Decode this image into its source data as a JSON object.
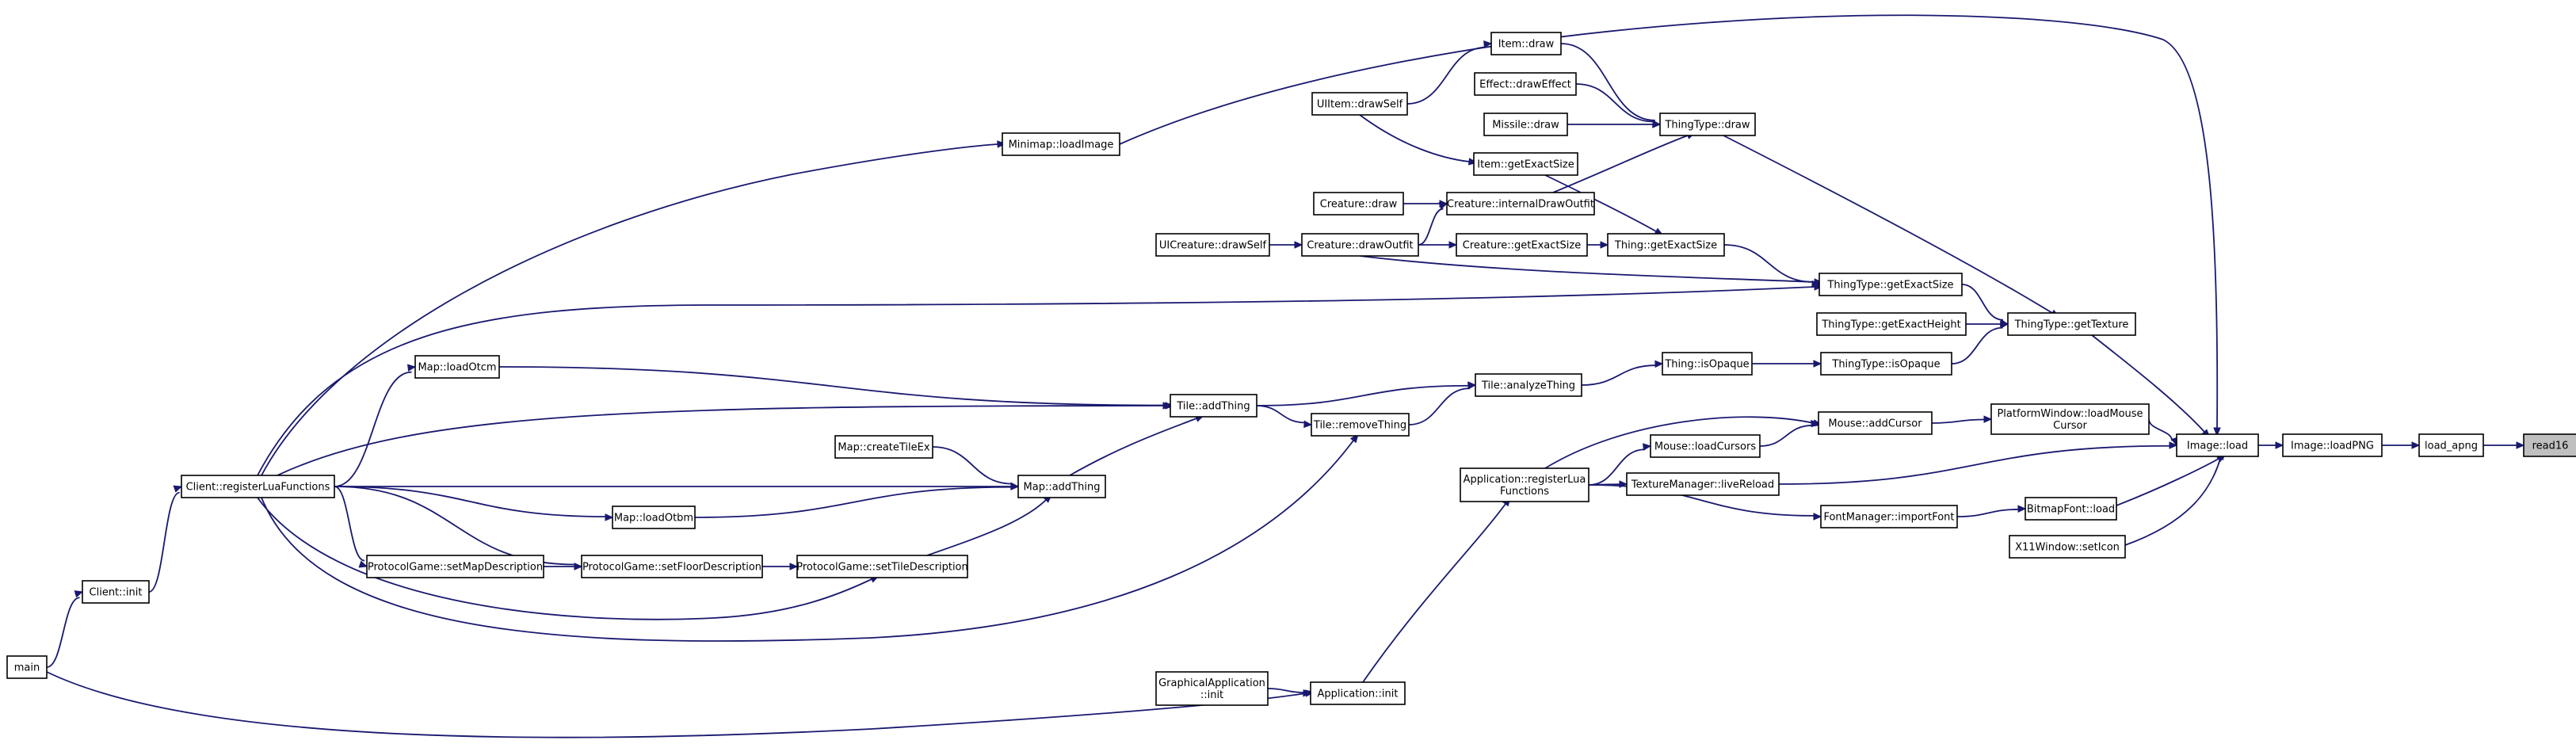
{
  "graph": {
    "title": "",
    "nodes": [
      {
        "id": "read16",
        "label": [
          "read16"
        ],
        "selected": true
      },
      {
        "id": "load_apng",
        "label": [
          "load_apng"
        ]
      },
      {
        "id": "image_loadpng",
        "label": [
          "Image::loadPNG"
        ]
      },
      {
        "id": "image_load",
        "label": [
          "Image::load"
        ]
      },
      {
        "id": "minimap_loadimage",
        "label": [
          "Minimap::loadImage"
        ]
      },
      {
        "id": "thingtype_gettexture",
        "label": [
          "ThingType::getTexture"
        ]
      },
      {
        "id": "platformwindow_loadmousecursor",
        "label": [
          "PlatformWindow::loadMouse",
          "Cursor"
        ]
      },
      {
        "id": "texturemanager_livereload",
        "label": [
          "TextureManager::liveReload"
        ]
      },
      {
        "id": "bitmapfont_load",
        "label": [
          "BitmapFont::load"
        ]
      },
      {
        "id": "x11window_seticon",
        "label": [
          "X11Window::setIcon"
        ]
      },
      {
        "id": "thingtype_draw",
        "label": [
          "ThingType::draw"
        ]
      },
      {
        "id": "thingtype_getexactsize",
        "label": [
          "ThingType::getExactSize"
        ]
      },
      {
        "id": "thingtype_getexactheight",
        "label": [
          "ThingType::getExactHeight"
        ]
      },
      {
        "id": "thingtype_isopaque",
        "label": [
          "ThingType::isOpaque"
        ]
      },
      {
        "id": "item_draw",
        "label": [
          "Item::draw"
        ]
      },
      {
        "id": "effect_draweffect",
        "label": [
          "Effect::drawEffect"
        ]
      },
      {
        "id": "missile_draw",
        "label": [
          "Missile::draw"
        ]
      },
      {
        "id": "creature_internaldrawoutfit",
        "label": [
          "Creature::internalDrawOutfit"
        ]
      },
      {
        "id": "uiitem_drawself",
        "label": [
          "UIItem::drawSelf"
        ]
      },
      {
        "id": "item_getexactsize",
        "label": [
          "Item::getExactSize"
        ]
      },
      {
        "id": "creature_draw",
        "label": [
          "Creature::draw"
        ]
      },
      {
        "id": "creature_drawoutfit",
        "label": [
          "Creature::drawOutfit"
        ]
      },
      {
        "id": "uicreature_drawself",
        "label": [
          "UICreature::drawSelf"
        ]
      },
      {
        "id": "creature_getexactsize",
        "label": [
          "Creature::getExactSize"
        ]
      },
      {
        "id": "thing_getexactsize",
        "label": [
          "Thing::getExactSize"
        ]
      },
      {
        "id": "thing_isopaque",
        "label": [
          "Thing::isOpaque"
        ]
      },
      {
        "id": "tile_analyzething",
        "label": [
          "Tile::analyzeThing"
        ]
      },
      {
        "id": "tile_addthing",
        "label": [
          "Tile::addThing"
        ]
      },
      {
        "id": "tile_removething",
        "label": [
          "Tile::removeThing"
        ]
      },
      {
        "id": "map_loadotcm",
        "label": [
          "Map::loadOtcm"
        ]
      },
      {
        "id": "map_createtileex",
        "label": [
          "Map::createTileEx"
        ]
      },
      {
        "id": "map_addthing",
        "label": [
          "Map::addThing"
        ]
      },
      {
        "id": "map_loadotbm",
        "label": [
          "Map::loadOtbm"
        ]
      },
      {
        "id": "client_registerluafunctions",
        "label": [
          "Client::registerLuaFunctions"
        ]
      },
      {
        "id": "protocolgame_setmapdescription",
        "label": [
          "ProtocolGame::setMapDescription"
        ]
      },
      {
        "id": "protocolgame_setfloordescription",
        "label": [
          "ProtocolGame::setFloorDescription"
        ]
      },
      {
        "id": "protocolgame_settiledescription",
        "label": [
          "ProtocolGame::setTileDescription"
        ]
      },
      {
        "id": "client_init",
        "label": [
          "Client::init"
        ]
      },
      {
        "id": "main",
        "label": [
          "main"
        ]
      },
      {
        "id": "mouse_addcursor",
        "label": [
          "Mouse::addCursor"
        ]
      },
      {
        "id": "mouse_loadcursors",
        "label": [
          "Mouse::loadCursors"
        ]
      },
      {
        "id": "application_registerluafunctions",
        "label": [
          "Application::registerLua",
          "Functions"
        ]
      },
      {
        "id": "fontmanager_importfont",
        "label": [
          "FontManager::importFont"
        ]
      },
      {
        "id": "application_init",
        "label": [
          "Application::init"
        ]
      },
      {
        "id": "graphicalapplication_init",
        "label": [
          "GraphicalApplication",
          "::init"
        ]
      }
    ],
    "edges": [
      {
        "from": "load_apng",
        "to": "read16"
      },
      {
        "from": "image_loadpng",
        "to": "load_apng"
      },
      {
        "from": "image_load",
        "to": "image_loadpng"
      },
      {
        "from": "minimap_loadimage",
        "to": "image_load"
      },
      {
        "from": "thingtype_gettexture",
        "to": "image_load"
      },
      {
        "from": "platformwindow_loadmousecursor",
        "to": "image_load"
      },
      {
        "from": "texturemanager_livereload",
        "to": "image_load"
      },
      {
        "from": "bitmapfont_load",
        "to": "image_load"
      },
      {
        "from": "x11window_seticon",
        "to": "image_load"
      },
      {
        "from": "client_registerluafunctions",
        "to": "minimap_loadimage"
      },
      {
        "from": "thingtype_draw",
        "to": "thingtype_gettexture"
      },
      {
        "from": "thingtype_getexactsize",
        "to": "thingtype_gettexture"
      },
      {
        "from": "thingtype_getexactheight",
        "to": "thingtype_gettexture"
      },
      {
        "from": "thingtype_isopaque",
        "to": "thingtype_gettexture"
      },
      {
        "from": "item_draw",
        "to": "thingtype_draw"
      },
      {
        "from": "effect_draweffect",
        "to": "thingtype_draw"
      },
      {
        "from": "missile_draw",
        "to": "thingtype_draw"
      },
      {
        "from": "creature_internaldrawoutfit",
        "to": "thingtype_draw"
      },
      {
        "from": "uiitem_drawself",
        "to": "item_draw"
      },
      {
        "from": "uiitem_drawself",
        "to": "item_getexactsize"
      },
      {
        "from": "item_getexactsize",
        "to": "thing_getexactsize"
      },
      {
        "from": "creature_draw",
        "to": "creature_internaldrawoutfit"
      },
      {
        "from": "creature_drawoutfit",
        "to": "creature_internaldrawoutfit"
      },
      {
        "from": "uicreature_drawself",
        "to": "creature_drawoutfit"
      },
      {
        "from": "creature_drawoutfit",
        "to": "creature_getexactsize"
      },
      {
        "from": "creature_drawoutfit",
        "to": "thingtype_getexactsize"
      },
      {
        "from": "creature_getexactsize",
        "to": "thing_getexactsize"
      },
      {
        "from": "thing_getexactsize",
        "to": "thingtype_getexactsize"
      },
      {
        "from": "client_registerluafunctions",
        "to": "thingtype_getexactsize"
      },
      {
        "from": "thing_isopaque",
        "to": "thingtype_isopaque"
      },
      {
        "from": "tile_analyzething",
        "to": "thing_isopaque"
      },
      {
        "from": "tile_addthing",
        "to": "tile_analyzething"
      },
      {
        "from": "tile_removething",
        "to": "tile_analyzething"
      },
      {
        "from": "tile_addthing",
        "to": "tile_removething"
      },
      {
        "from": "map_loadotcm",
        "to": "tile_addthing"
      },
      {
        "from": "client_registerluafunctions",
        "to": "tile_addthing"
      },
      {
        "from": "map_addthing",
        "to": "tile_addthing"
      },
      {
        "from": "client_registerluafunctions",
        "to": "map_loadotcm"
      },
      {
        "from": "map_createtileex",
        "to": "map_addthing"
      },
      {
        "from": "client_registerluafunctions",
        "to": "map_addthing"
      },
      {
        "from": "map_loadotbm",
        "to": "map_addthing"
      },
      {
        "from": "protocolgame_settiledescription",
        "to": "map_addthing"
      },
      {
        "from": "client_registerluafunctions",
        "to": "map_loadotbm"
      },
      {
        "from": "client_registerluafunctions",
        "to": "protocolgame_setmapdescription"
      },
      {
        "from": "client_registerluafunctions",
        "to": "protocolgame_setfloordescription"
      },
      {
        "from": "client_registerluafunctions",
        "to": "protocolgame_settiledescription"
      },
      {
        "from": "client_registerluafunctions",
        "to": "tile_removething"
      },
      {
        "from": "protocolgame_setmapdescription",
        "to": "protocolgame_setfloordescription"
      },
      {
        "from": "protocolgame_setfloordescription",
        "to": "protocolgame_settiledescription"
      },
      {
        "from": "client_init",
        "to": "client_registerluafunctions"
      },
      {
        "from": "main",
        "to": "client_init"
      },
      {
        "from": "main",
        "to": "application_init"
      },
      {
        "from": "mouse_addcursor",
        "to": "platformwindow_loadmousecursor"
      },
      {
        "from": "mouse_loadcursors",
        "to": "mouse_addcursor"
      },
      {
        "from": "application_registerluafunctions",
        "to": "mouse_addcursor"
      },
      {
        "from": "application_registerluafunctions",
        "to": "mouse_loadcursors"
      },
      {
        "from": "application_registerluafunctions",
        "to": "texturemanager_livereload"
      },
      {
        "from": "application_registerluafunctions",
        "to": "fontmanager_importfont"
      },
      {
        "from": "fontmanager_importfont",
        "to": "bitmapfont_load"
      },
      {
        "from": "application_init",
        "to": "application_registerluafunctions"
      },
      {
        "from": "graphicalapplication_init",
        "to": "application_init"
      }
    ]
  }
}
